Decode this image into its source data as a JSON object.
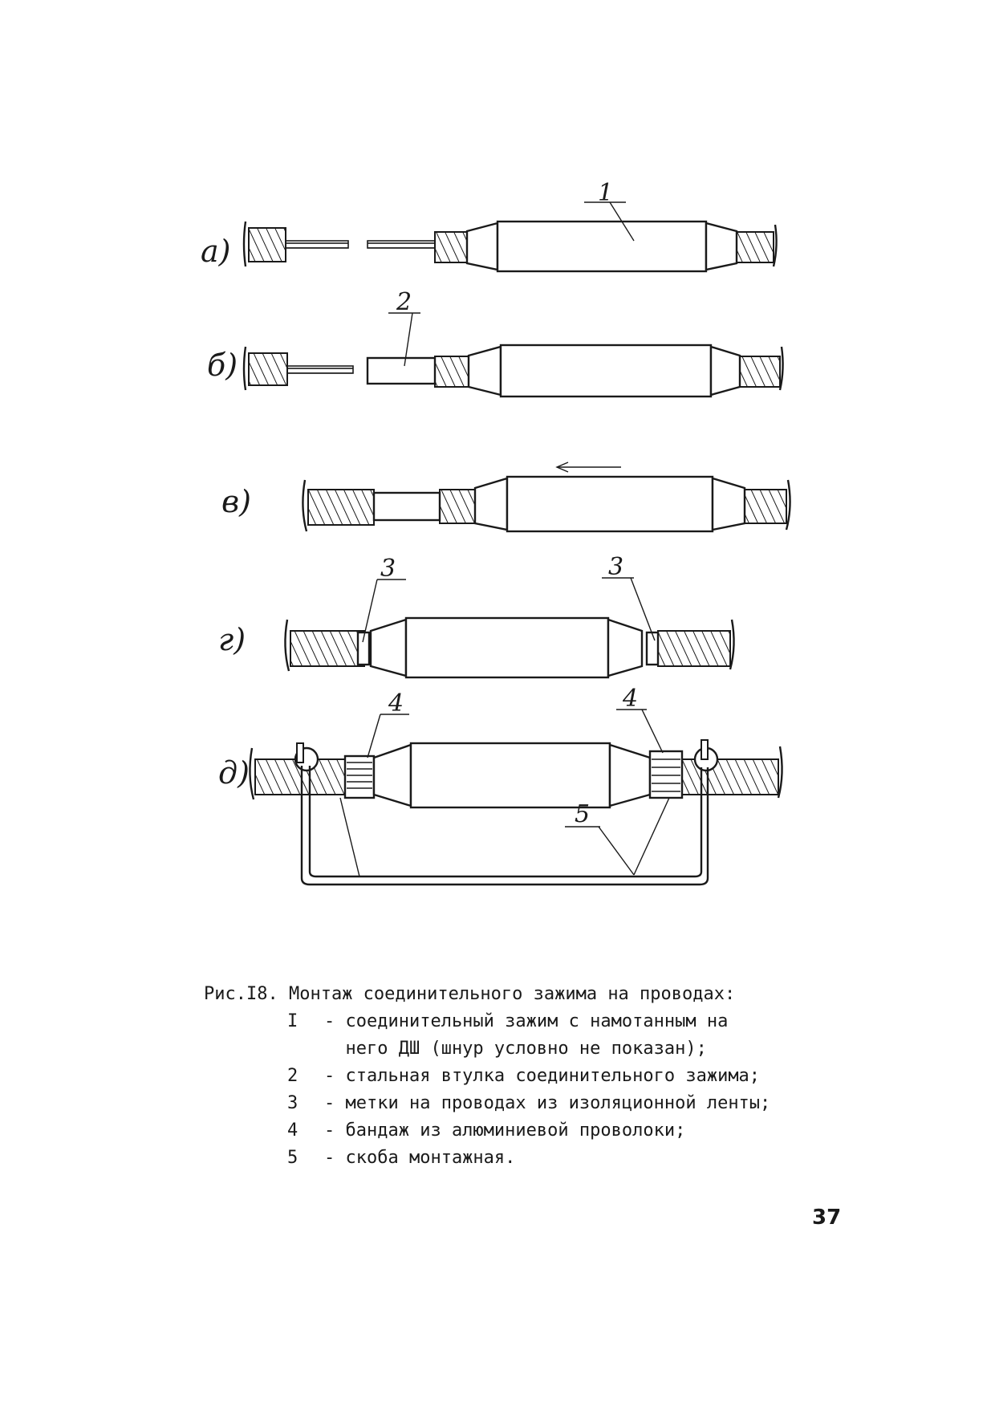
{
  "figure": {
    "stages": [
      {
        "letter": "а)",
        "callouts": [
          "1"
        ]
      },
      {
        "letter": "б)",
        "callouts": [
          "2"
        ]
      },
      {
        "letter": "в)",
        "callouts": []
      },
      {
        "letter": "г)",
        "callouts": [
          "3",
          "3"
        ]
      },
      {
        "letter": "д)",
        "callouts": [
          "4",
          "4",
          "5"
        ]
      }
    ]
  },
  "caption": {
    "title": "Рис.I8. Монтаж соединительного зажима на проводах:",
    "items": [
      {
        "num": "I",
        "lines": [
          "- соединительный зажим с намотанным на",
          "  него ДШ (шнур условно не показан);"
        ]
      },
      {
        "num": "2",
        "lines": [
          "- стальная втулка соединительного зажима;"
        ]
      },
      {
        "num": "3",
        "lines": [
          "- метки на проводах из изоляционной ленты;"
        ]
      },
      {
        "num": "4",
        "lines": [
          "- бандаж из алюминиевой проволоки;"
        ]
      },
      {
        "num": "5",
        "lines": [
          "- скоба монтажная."
        ]
      }
    ]
  },
  "page_number": "37"
}
